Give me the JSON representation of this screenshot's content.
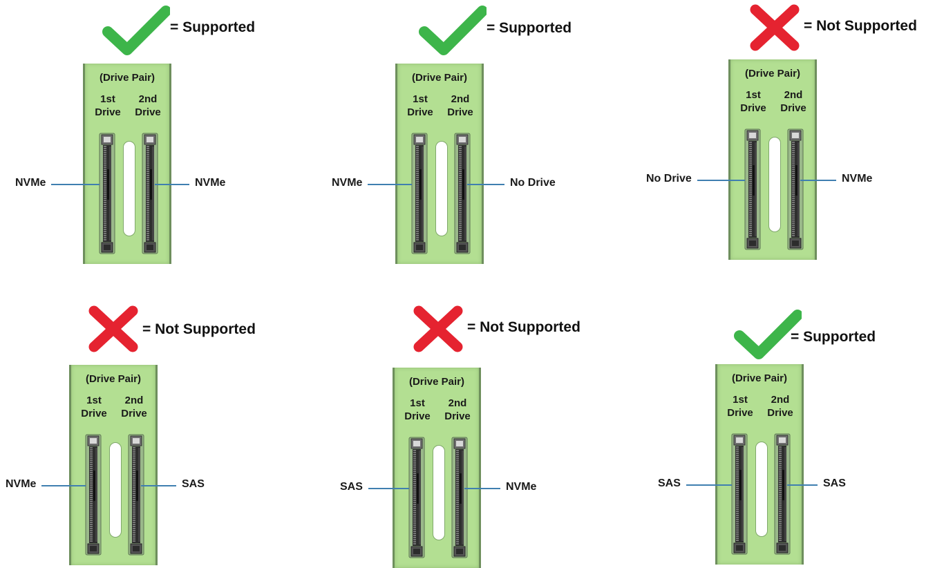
{
  "labels": {
    "drive_pair": "(Drive Pair)",
    "first_drive_line1": "1st",
    "first_drive_line2": "Drive",
    "second_drive_line1": "2nd",
    "second_drive_line2": "Drive"
  },
  "legend": {
    "supported": "= Supported",
    "not_supported": "= Not Supported"
  },
  "colors": {
    "supported_mark": "#3db54a",
    "not_supported_mark": "#e52330",
    "board_fill": "#b3df92",
    "leader_line": "#3f7fb0"
  },
  "configurations": [
    {
      "status": "supported",
      "status_icon": "green-checkmark-icon",
      "status_text": "= Supported",
      "first_drive": "NVMe",
      "second_drive": "NVMe"
    },
    {
      "status": "supported",
      "status_icon": "green-checkmark-icon",
      "status_text": "= Supported",
      "first_drive": "NVMe",
      "second_drive": "No Drive"
    },
    {
      "status": "not_supported",
      "status_icon": "red-cross-icon",
      "status_text": "= Not Supported",
      "first_drive": "No Drive",
      "second_drive": "NVMe"
    },
    {
      "status": "not_supported",
      "status_icon": "red-cross-icon",
      "status_text": "= Not Supported",
      "first_drive": "NVMe",
      "second_drive": "SAS"
    },
    {
      "status": "not_supported",
      "status_icon": "red-cross-icon",
      "status_text": "= Not Supported",
      "first_drive": "SAS",
      "second_drive": "NVMe"
    },
    {
      "status": "supported",
      "status_icon": "green-checkmark-icon",
      "status_text": "= Supported",
      "first_drive": "SAS",
      "second_drive": "SAS"
    }
  ]
}
